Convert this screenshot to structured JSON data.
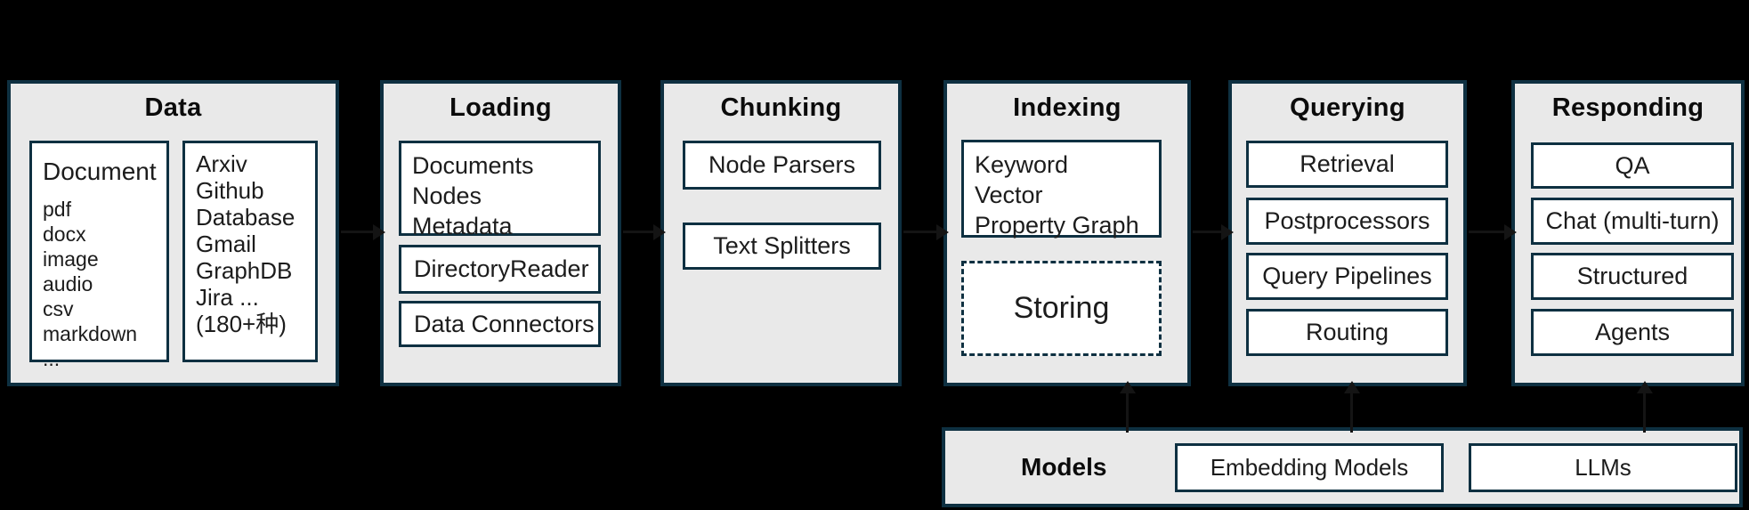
{
  "colors": {
    "background": "#000000",
    "section_fill": "#e9e9e9",
    "border": "#0e3041",
    "item_fill": "#ffffff",
    "text": "#1c1c1c",
    "arrow": "#141414"
  },
  "sections": [
    {
      "title": "Data",
      "document_panel": {
        "heading": "Document",
        "items": [
          "pdf",
          "docx",
          "image",
          "audio",
          "csv",
          "markdown",
          "..."
        ]
      },
      "sources_panel": {
        "items": [
          "Arxiv",
          "Github",
          "Database",
          "Gmail",
          "GraphDB",
          "Jira ...",
          "(180+种)"
        ]
      }
    },
    {
      "title": "Loading",
      "stack_panel": {
        "lines": [
          "Documents",
          "Nodes",
          "Metadata"
        ]
      },
      "items": [
        "DirectoryReader",
        "Data Connectors"
      ]
    },
    {
      "title": "Chunking",
      "items": [
        "Node Parsers",
        "Text Splitters"
      ]
    },
    {
      "title": "Indexing",
      "index_panel": {
        "lines": [
          "Keyword",
          "Vector",
          "Property Graph"
        ]
      },
      "storing_label": "Storing"
    },
    {
      "title": "Querying",
      "items": [
        "Retrieval",
        "Postprocessors",
        "Query Pipelines",
        "Routing"
      ]
    },
    {
      "title": "Responding",
      "items": [
        "QA",
        "Chat (multi-turn)",
        "Structured",
        "Agents"
      ]
    }
  ],
  "models_bar": {
    "title": "Models",
    "items": [
      "Embedding Models",
      "LLMs"
    ]
  }
}
